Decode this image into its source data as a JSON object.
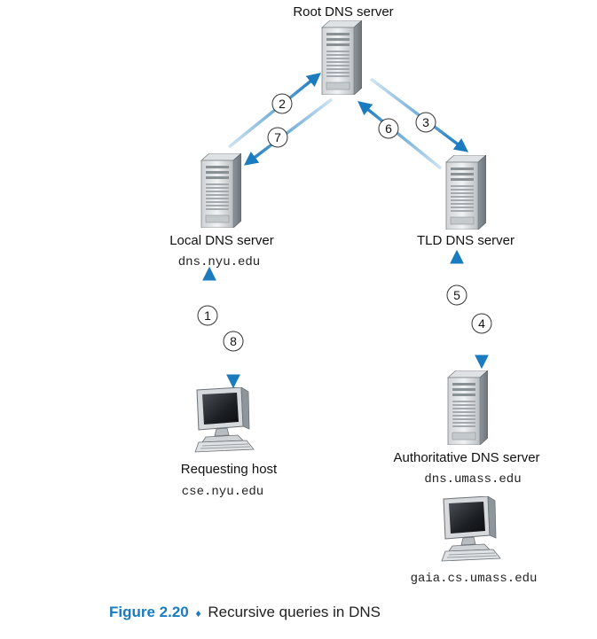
{
  "labels": {
    "root": "Root DNS server",
    "local": "Local DNS server",
    "local_host": "dns.nyu.edu",
    "tld": "TLD DNS server",
    "requesting": "Requesting host",
    "requesting_host": "cse.nyu.edu",
    "authoritative": "Authoritative DNS server",
    "authoritative_host": "dns.umass.edu",
    "gaia_host": "gaia.cs.umass.edu"
  },
  "steps": [
    "1",
    "2",
    "3",
    "4",
    "5",
    "6",
    "7",
    "8"
  ],
  "caption": {
    "figure": "Figure 2.20",
    "bullet": "♦",
    "text": "Recursive queries in DNS"
  },
  "colors": {
    "arrow": "#1a7bbf",
    "arrow_light": "#b9d8ec"
  }
}
